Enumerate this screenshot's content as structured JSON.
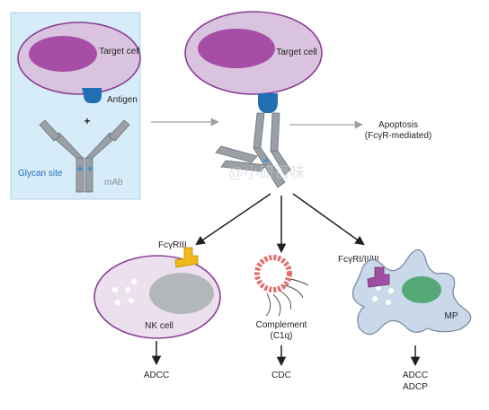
{
  "left_panel": {
    "target_cell": "Target cell",
    "antigen": "Antigen",
    "plus": "+",
    "glycan_site": "Glycan site",
    "mab": "mAb"
  },
  "center": {
    "target_cell": "Target cell",
    "apoptosis": "Apoptosis",
    "apoptosis_sub": "(FcγR-mediated)"
  },
  "nk": {
    "receptor": "FcγRIII",
    "cell": "NK cell",
    "outcome": "ADCC"
  },
  "complement": {
    "label": "Complement",
    "sub": "(C1q)",
    "outcome": "CDC"
  },
  "mp": {
    "receptor": "FcγRI/II/III",
    "cell": "MP",
    "outcome1": "ADCC",
    "outcome2": "ADCP"
  },
  "watermark": "@小研百味",
  "colors": {
    "panel_bg": "#d6ecf8",
    "cell_fill": "#d9c3df",
    "cell_stroke": "#8a3f95",
    "nucleus": "#a64ea6",
    "antigen": "#1f6fb2",
    "antibody": "#9aa0a6",
    "glycan": "#3b8fd0",
    "fc_receptor_nk": "#f0b81a",
    "fc_receptor_mp": "#9e4fa0",
    "nk_cell": "#ece0ef",
    "mp_cell": "#c9d9ea",
    "mp_nucleus": "#55a878",
    "nk_nucleus": "#b4b7ba"
  }
}
